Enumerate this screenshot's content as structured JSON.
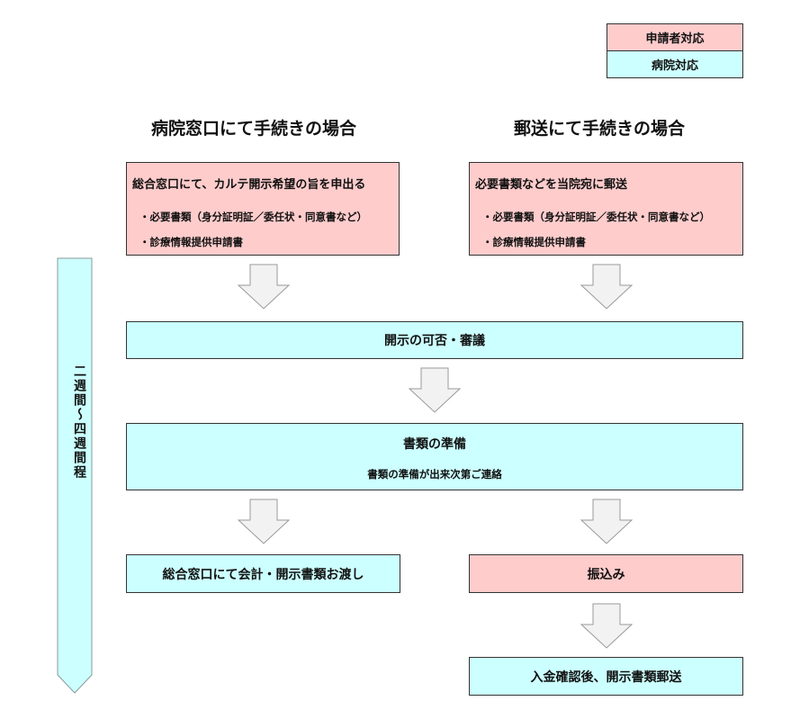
{
  "legend": {
    "applicant": "申請者対応",
    "hospital": "病院対応"
  },
  "columns": {
    "left_heading": "病院窓口にて手続きの場合",
    "right_heading": "郵送にて手続きの場合"
  },
  "left_request": {
    "title": "総合窓口にて、カルテ開示希望の旨を申出る",
    "items": [
      "・必要書類（身分証明証／委任状・同意書など）",
      "・診療情報提供申請書"
    ]
  },
  "right_request": {
    "title": "必要書類などを当院宛に郵送",
    "items": [
      "・必要書類（身分証明証／委任状・同意書など）",
      "・診療情報提供申請書"
    ]
  },
  "review": {
    "label": "開示の可否・審議"
  },
  "prepare": {
    "label": "書類の準備",
    "note": "書類の準備が出来次第ご連絡"
  },
  "left_final": {
    "label": "総合窓口にて会計・開示書類お渡し"
  },
  "transfer": {
    "label": "振込み"
  },
  "right_final": {
    "label": "入金確認後、開示書類郵送"
  },
  "timeline": {
    "label": "二週間～四週間程"
  },
  "colors": {
    "applicant": "#ffcccc",
    "hospital": "#ccffff",
    "arrow_fill": "#f2f2f2",
    "arrow_stroke": "#999999"
  },
  "icons": {
    "flow_arrow": "down-arrow-icon",
    "timeline_arrow": "timeline-arrow-icon"
  }
}
